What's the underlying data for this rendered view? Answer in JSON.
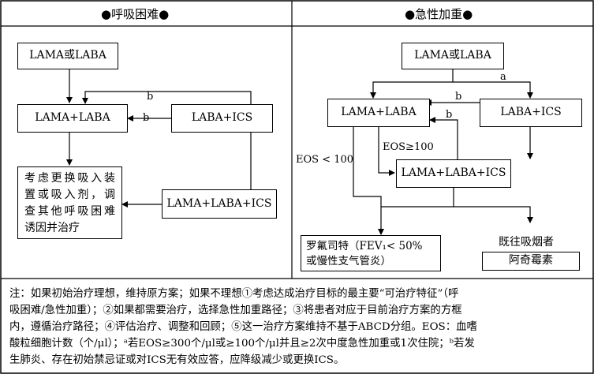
{
  "left_panel": {
    "header": "●呼吸困难●",
    "box_start": "LAMA或LABA",
    "box_dual": "LAMA+LABA",
    "box_laba_ics": "LABA+ICS",
    "box_triple": "LAMA+LABA+ICS",
    "box_consider": [
      "考虑更换吸入装",
      "置或吸入剂，调",
      "查其他呼吸困难",
      "诱因并治疗"
    ],
    "label_b1": "b",
    "label_b2": "b"
  },
  "right_panel": {
    "header": "●急性加重●",
    "box_start": "LAMA或LABA",
    "box_dual": "LAMA+LABA",
    "box_laba_ics": "LABA+ICS",
    "box_triple": "LAMA+LABA+ICS",
    "box_roflumilast": [
      "罗氟司特（FEV₁< 50%",
      "或慢性支气管炎）"
    ],
    "text_smoker": "既往吸烟者",
    "box_azithro": "阿奇霉素",
    "label_a": "a",
    "label_b1": "b",
    "label_b2": "b",
    "label_eos_low": "EOS < 100",
    "label_eos_high": "EOS≥100"
  },
  "note_lines": [
    "注：如果初始治疗理想，维持原方案；如果不理想①考虑达成治疗目标的最主要“可治疗特征”（呼",
    "吸困难/急性加重）；②如果都需要治疗，选择急性加重路径；③将患者对应于目前治疗方案的方框",
    "内，遵循治疗路径；④评估治疗、调整和回顾；⑤这一治疗方案维持不基于ABCD分组。EOS：血嗜",
    "酸粒细胞计数（个/μl）；ᵃ若EOS≥300个/μl或≥100个/μl并且≥2次中度急性加重或1次住院；ᵇ若发",
    "生肺炎、存在初始禁忌证或对ICS无有效应答，应降级减少或更换ICS。"
  ]
}
